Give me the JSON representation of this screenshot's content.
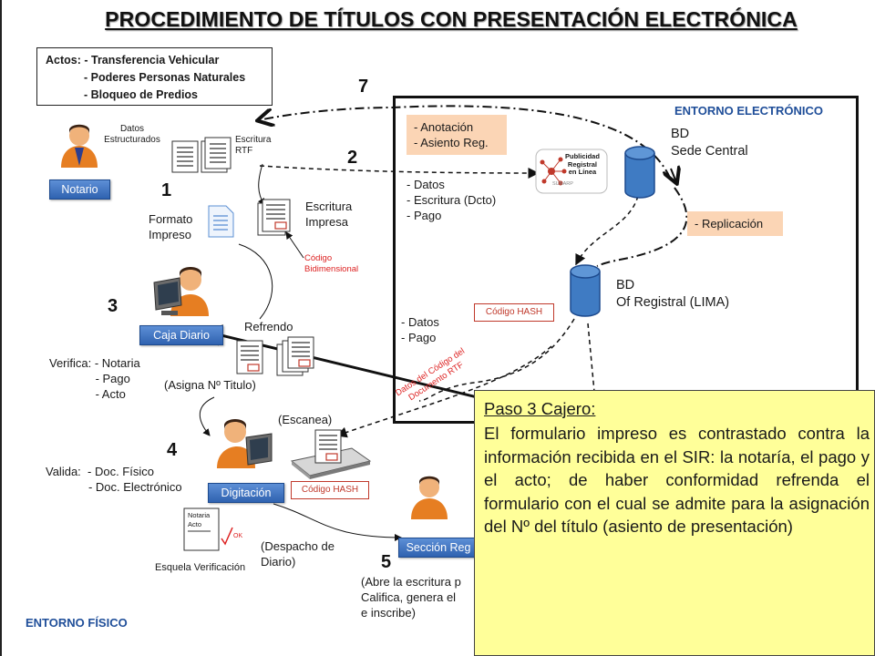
{
  "title": "PROCEDIMIENTO DE TÍTULOS CON PRESENTACIÓN ELECTRÓNICA",
  "actos": {
    "line1": "Actos: - Transferencia Vehicular",
    "line2": "- Poderes Personas Naturales",
    "line3": "- Bloqueo de Predios"
  },
  "environments": {
    "electronic": "ENTORNO ELECTRÓNICO",
    "physical": "ENTORNO FÍSICO"
  },
  "steps": [
    "1",
    "2",
    "3",
    "4",
    "5",
    "7"
  ],
  "roles": {
    "notario": "Notario",
    "caja": "Caja Diario",
    "digitacion": "Digitación",
    "seccion": "Sección Reg"
  },
  "labels": {
    "datos_estructurados": "Datos\nEstructurados",
    "escritura_rtf": "Escritura\nRTF",
    "formato_impreso": "Formato\nImpreso",
    "escritura_impresa": "Escritura\nImpresa",
    "codigo_bidimensional": "Código\nBidimensional",
    "refrendo": "Refrendo",
    "asigna": "(Asigna Nº Titulo)",
    "verifica": "Verifica: - Notaria\n              - Pago\n              - Acto",
    "escanea": "(Escanea)",
    "valida": "Valida:  - Doc. Físico\n             - Doc. Electrónico",
    "esquela": "Esquela Verificación",
    "notaria_acto": "Notaria\nActo",
    "ok": "OK",
    "despacho": "(Despacho de\nDiario)",
    "abre": "(Abre la escritura p\nCalifica, genera el\ne inscribe)",
    "anotacion": "- Anotación\n- Asiento Reg.",
    "bd_central": "BD\nSede Central",
    "bd_lima": "BD\nOf Registral (LIMA)",
    "datos_escritura_pago": "- Datos\n- Escritura (Dcto)\n- Pago",
    "replicacion": "- Replicación",
    "datos_pago": "- Datos\n- Pago",
    "codigo_hash": "Código HASH",
    "datos_codigo_rtf": "Datos del Código del\nDocumento RTF",
    "publicidad": "Publicidad\nRegistral\nen Línea",
    "sunarp": "SUNARP"
  },
  "note": {
    "title": "Paso 3 Cajero:",
    "body": "El formulario impreso es contrastado contra la información recibida en el SIR: la notaría, el pago y el acto; de haber conformidad refrenda el formulario con el cual se admite para la asignación del Nº del título (asiento de presentación)"
  }
}
